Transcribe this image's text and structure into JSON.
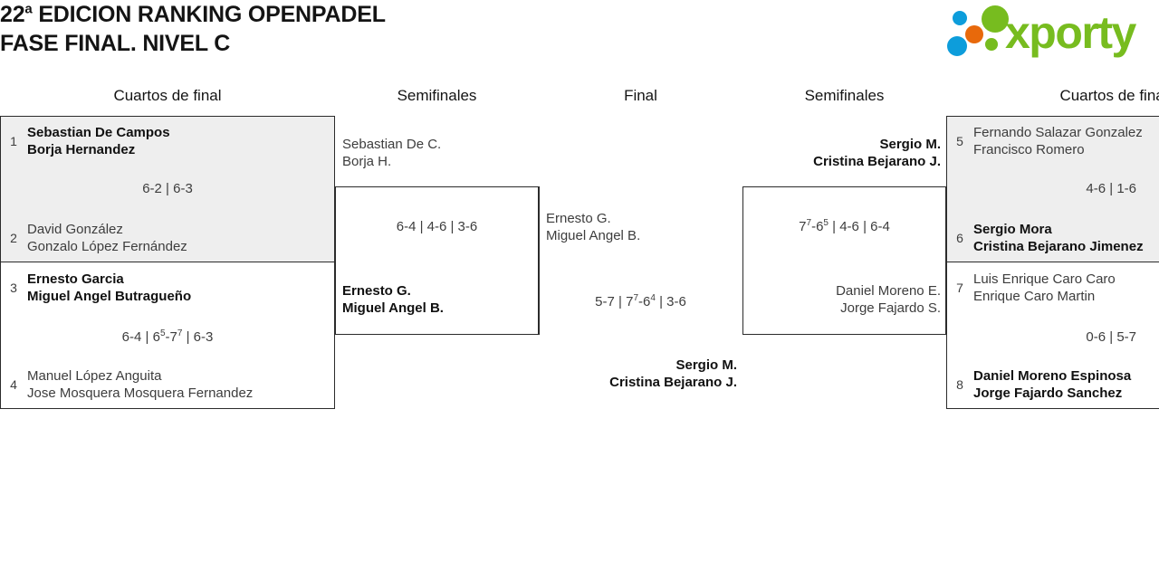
{
  "header": {
    "title_line1_prefix": "22",
    "title_line1_sup": "a",
    "title_line1_rest": " EDICION RANKING OPENPADEL",
    "title_line2": "FASE FINAL. NIVEL C",
    "logo_word": "xporty",
    "logo_colors": {
      "green": "#77bc1f",
      "blue": "#0d9ddb",
      "orange": "#e8690b"
    }
  },
  "rounds": {
    "qf_left": "Cuartos de final",
    "sf_left": "Semifinales",
    "final": "Final",
    "sf_right": "Semifinales",
    "qf_right": "Cuartos de final"
  },
  "chart_data": {
    "type": "bracket",
    "title": "22a EDICION RANKING OPENPADEL - FASE FINAL. NIVEL C",
    "rounds": [
      "Cuartos de final",
      "Semifinales",
      "Final",
      "Semifinales",
      "Cuartos de final"
    ],
    "matches": [
      {
        "id": "qf1",
        "side": "left",
        "round": "Cuartos de final",
        "shaded": true,
        "teams": [
          {
            "seed": "1",
            "players": [
              "Sebastian De Campos",
              "Borja Hernandez"
            ],
            "winner": true
          },
          {
            "seed": "2",
            "players": [
              "David González",
              "Gonzalo López Fernández"
            ],
            "winner": false
          }
        ],
        "score": [
          {
            "text": "6-2"
          },
          {
            "sep": " | "
          },
          {
            "text": "6-3"
          }
        ]
      },
      {
        "id": "qf2",
        "side": "left",
        "round": "Cuartos de final",
        "shaded": false,
        "teams": [
          {
            "seed": "3",
            "players": [
              "Ernesto Garcia",
              "Miguel Angel Butragueño"
            ],
            "winner": true
          },
          {
            "seed": "4",
            "players": [
              "Manuel López Anguita",
              "Jose Mosquera Mosquera Fernandez"
            ],
            "winner": false
          }
        ],
        "score": [
          {
            "text": "6-4"
          },
          {
            "sep": " | "
          },
          {
            "text": "6",
            "sup": "5"
          },
          {
            "text": "-7",
            "sup2": "7"
          },
          {
            "sep": " | "
          },
          {
            "text": "6-3"
          }
        ]
      },
      {
        "id": "sf1",
        "side": "left",
        "round": "Semifinales",
        "shaded": false,
        "teams": [
          {
            "players": [
              "Sebastian De C.",
              "Borja H."
            ],
            "winner": false
          },
          {
            "players": [
              "Ernesto G.",
              "Miguel Angel B."
            ],
            "winner": true
          }
        ],
        "score": [
          {
            "text": "6-4"
          },
          {
            "sep": " | "
          },
          {
            "text": "4-6"
          },
          {
            "sep": " | "
          },
          {
            "text": "3-6"
          }
        ]
      },
      {
        "id": "final",
        "side": "center",
        "round": "Final",
        "shaded": false,
        "teams": [
          {
            "players": [
              "Ernesto G.",
              "Miguel Angel B."
            ],
            "winner": false
          },
          {
            "players": [
              "Sergio M.",
              "Cristina Bejarano J."
            ],
            "winner": true
          }
        ],
        "score": [
          {
            "text": "5-7"
          },
          {
            "sep": " | "
          },
          {
            "text": "7",
            "sup": "7"
          },
          {
            "text": "-6",
            "sup2": "4"
          },
          {
            "sep": " | "
          },
          {
            "text": "3-6"
          }
        ]
      },
      {
        "id": "sf2",
        "side": "right",
        "round": "Semifinales",
        "shaded": false,
        "teams": [
          {
            "players": [
              "Sergio M.",
              "Cristina Bejarano J."
            ],
            "winner": true
          },
          {
            "players": [
              "Daniel Moreno E.",
              "Jorge Fajardo S."
            ],
            "winner": false
          }
        ],
        "score": [
          {
            "text": "7",
            "sup": "7"
          },
          {
            "text": "-6",
            "sup2": "5"
          },
          {
            "sep": " | "
          },
          {
            "text": "4-6"
          },
          {
            "sep": " | "
          },
          {
            "text": "6-4"
          }
        ]
      },
      {
        "id": "qf3",
        "side": "right",
        "round": "Cuartos de final",
        "shaded": true,
        "teams": [
          {
            "seed": "5",
            "players": [
              "Fernando Salazar Gonzalez",
              "Francisco Romero"
            ],
            "winner": false
          },
          {
            "seed": "6",
            "players": [
              "Sergio Mora",
              "Cristina Bejarano Jimenez"
            ],
            "winner": true
          }
        ],
        "score": [
          {
            "text": "4-6"
          },
          {
            "sep": " | "
          },
          {
            "text": "1-6"
          }
        ]
      },
      {
        "id": "qf4",
        "side": "right",
        "round": "Cuartos de final",
        "shaded": false,
        "teams": [
          {
            "seed": "7",
            "players": [
              "Luis Enrique Caro Caro",
              "Enrique Caro Martin"
            ],
            "winner": false
          },
          {
            "seed": "8",
            "players": [
              "Daniel Moreno Espinosa",
              "Jorge Fajardo Sanchez"
            ],
            "winner": true
          }
        ],
        "score": [
          {
            "text": "0-6"
          },
          {
            "sep": " | "
          },
          {
            "text": "5-7"
          }
        ]
      }
    ]
  },
  "qf1": {
    "seed_a": "1",
    "team_a_p1": "Sebastian De Campos",
    "team_a_p2": "Borja Hernandez",
    "seed_b": "2",
    "team_b_p1": "David González",
    "team_b_p2": "Gonzalo López Fernández",
    "score": "6-2 | 6-3"
  },
  "qf2": {
    "seed_a": "3",
    "team_a_p1": "Ernesto Garcia",
    "team_a_p2": "Miguel Angel Butragueño",
    "seed_b": "4",
    "team_b_p1": "Manuel López Anguita",
    "team_b_p2": "Jose Mosquera Mosquera Fernandez",
    "score_part1": "6-4 | 6",
    "score_sup1": "5",
    "score_part2": "-7",
    "score_sup2": "7",
    "score_part3": " | 6-3"
  },
  "qf3": {
    "seed_a": "5",
    "team_a_p1": "Fernando Salazar Gonzalez",
    "team_a_p2": "Francisco Romero",
    "seed_b": "6",
    "team_b_p1": "Sergio Mora",
    "team_b_p2": "Cristina Bejarano Jimenez",
    "score": "4-6 | 1-6"
  },
  "qf4": {
    "seed_a": "7",
    "team_a_p1": "Luis Enrique Caro Caro",
    "team_a_p2": "Enrique Caro Martin",
    "seed_b": "8",
    "team_b_p1": "Daniel Moreno Espinosa",
    "team_b_p2": "Jorge Fajardo Sanchez",
    "score": "0-6 | 5-7"
  },
  "sf1": {
    "team_a_p1": "Sebastian De C.",
    "team_a_p2": "Borja H.",
    "team_b_p1": "Ernesto G.",
    "team_b_p2": "Miguel Angel B.",
    "score": "6-4 | 4-6 | 3-6"
  },
  "sf2": {
    "team_a_p1": "Sergio M.",
    "team_a_p2": "Cristina Bejarano J.",
    "team_b_p1": "Daniel Moreno E.",
    "team_b_p2": "Jorge Fajardo S.",
    "score_part1": "7",
    "score_sup1": "7",
    "score_part2": "-6",
    "score_sup2": "5",
    "score_part3": " | 4-6 | 6-4"
  },
  "final_match": {
    "team_a_p1": "Ernesto G.",
    "team_a_p2": "Miguel Angel B.",
    "team_b_p1": "Sergio M.",
    "team_b_p2": "Cristina Bejarano J.",
    "score_part1": "5-7 | 7",
    "score_sup1": "7",
    "score_part2": "-6",
    "score_sup2": "4",
    "score_part3": " | 3-6"
  }
}
